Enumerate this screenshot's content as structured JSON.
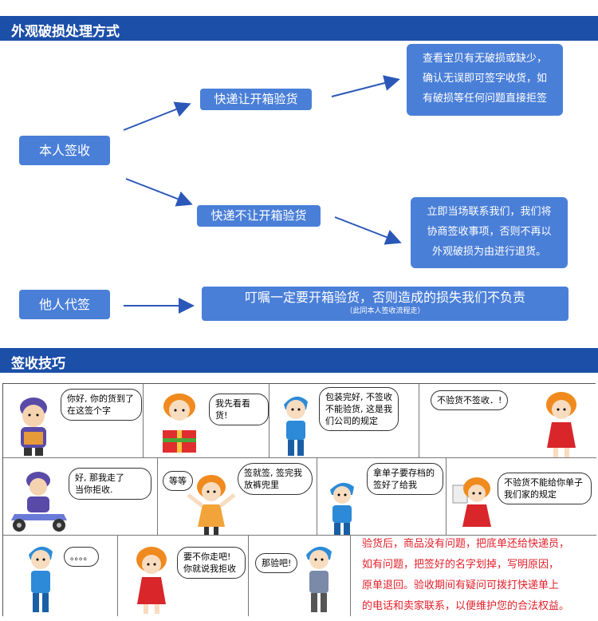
{
  "section1": {
    "title": "外观破损处理方式"
  },
  "section2": {
    "title": "签收技巧"
  },
  "flow": {
    "self_sign": "本人签收",
    "courier_allow": "快递让开箱验货",
    "courier_deny": "快递不让开箱验货",
    "other_sign": "他人代签",
    "other_main": "叮嘱一定要开箱验货，否则造成的损失我们不负责",
    "other_sub": "（此同本人签收流程走）",
    "allow_note": [
      "查看宝贝有无破损或缺少，",
      "确认无误即可签字收货，如",
      "有破损等任何问题直接拒签"
    ],
    "deny_note": [
      "立即当场联系我们，我们将",
      "协商签收事项，否则不再以",
      "外观破损为由进行退货。"
    ]
  },
  "comic": {
    "p1": [
      "你好, 你的货到了",
      "在这签个字"
    ],
    "p2": [
      "我先看看货!"
    ],
    "p3": [
      "包装完好, 不签收",
      "不能验货, 这是我",
      "们公司的规定"
    ],
    "p4": [
      "不验货不签收．!"
    ],
    "p5": [
      "好, 那我走了",
      "当你拒收."
    ],
    "p6a": [
      "等等"
    ],
    "p6b": [
      "签就签, 签完我",
      "放裤兜里"
    ],
    "p7": [
      "拿单子要存档的",
      "签好了给我"
    ],
    "p8": [
      "不验货不能给你单子",
      "我们家的规定"
    ],
    "p9": [
      "。。。。"
    ],
    "p10": [
      "要不你走吧!",
      "你就说我拒收"
    ],
    "p11": [
      "那验吧!"
    ],
    "tips": [
      "验货后，商品没有问题，把底单还给快递员，",
      "如有问题，把签好的名字划掉，写明原因，",
      "原单退回。验收期间有疑问可拨打快递单上",
      "的电话和卖家联系，以便维护您的合法权益。"
    ]
  },
  "colors": {
    "bar": "#1c4fa8",
    "box": "#4a7fd8",
    "arrow": "#2b57b8",
    "tips": "#e2202a"
  }
}
